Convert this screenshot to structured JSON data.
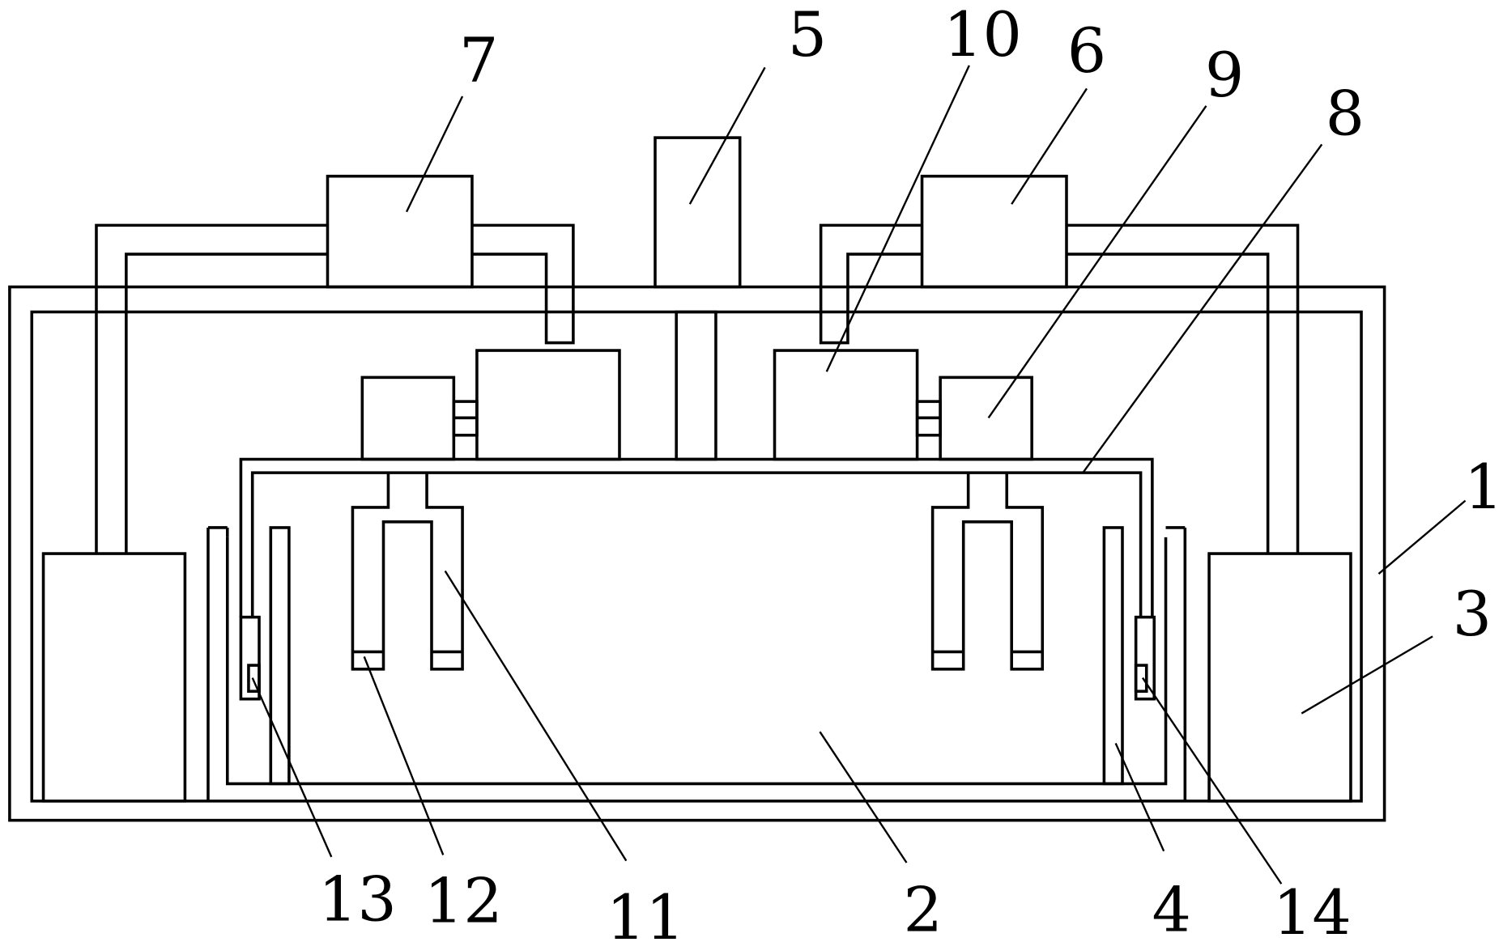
{
  "colors": {
    "line": "#000000",
    "background": "#ffffff"
  },
  "labels": {
    "l1": "1",
    "l2": "2",
    "l3": "3",
    "l4": "4",
    "l5": "5",
    "l6": "6",
    "l7": "7",
    "l8": "8",
    "l9": "9",
    "l10": "10",
    "l11": "11",
    "l12": "12",
    "l13": "13",
    "l14": "14"
  }
}
